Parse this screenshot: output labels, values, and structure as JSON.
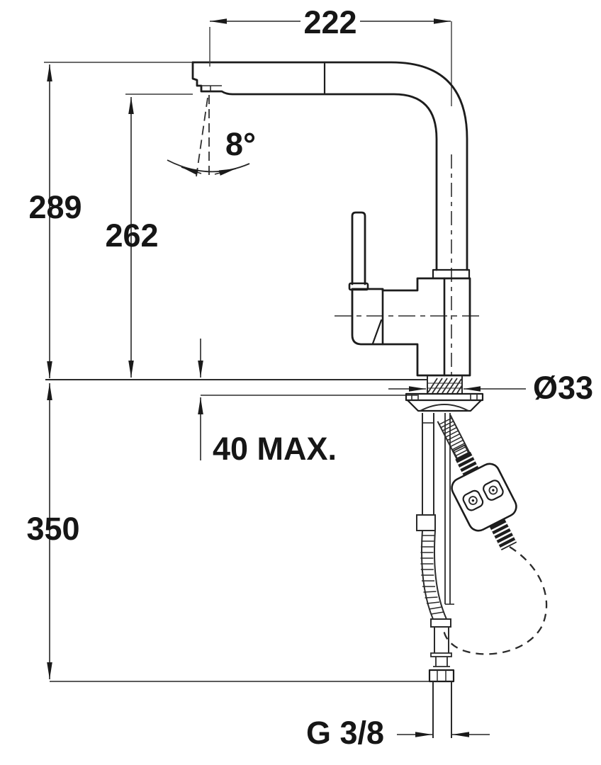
{
  "diagram": {
    "subject": "Pull-out spray kitchen mixer tap - installation dimension drawing",
    "units": "mm",
    "background_color": "#ffffff",
    "line_color": "#1c1c1c",
    "labels": {
      "spout_reach": "222",
      "overall_height": "289",
      "spout_outlet_height": "262",
      "spout_tilt_angle": "8°",
      "mounting_hole_diameter": "Ø33",
      "max_deck_thickness": "40 MAX.",
      "under_deck_hose_drop": "350",
      "supply_thread": "G 3/8"
    }
  }
}
